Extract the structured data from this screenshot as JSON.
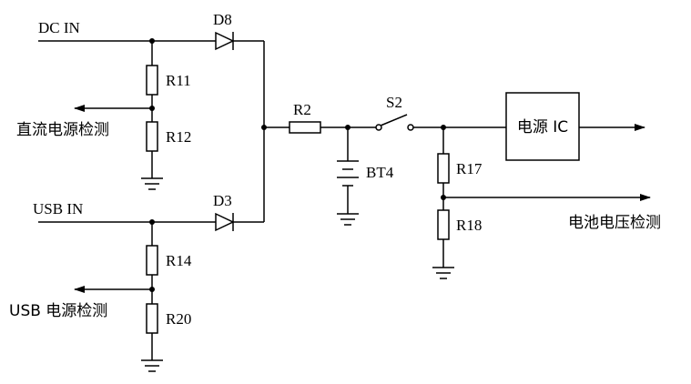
{
  "labels": {
    "dc_in": "DC IN",
    "usb_in": "USB IN",
    "d8": "D8",
    "d3": "D3",
    "r11": "R11",
    "r12": "R12",
    "r14": "R14",
    "r20": "R20",
    "r2": "R2",
    "s2": "S2",
    "bt4": "BT4",
    "r17": "R17",
    "r18": "R18",
    "power_ic": "电源 IC",
    "dc_detect": "直流电源检测",
    "usb_detect": "USB 电源检测",
    "battery_detect": "电池电压检测"
  }
}
